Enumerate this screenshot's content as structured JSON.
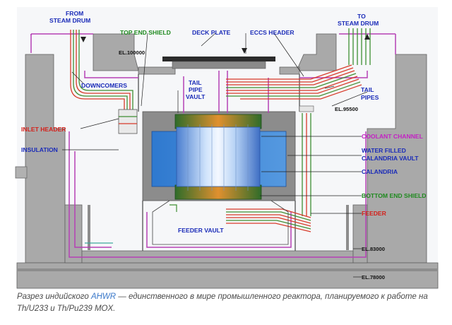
{
  "labels": {
    "from_steam_drum_1": "FROM",
    "from_steam_drum_2": "STEAM DRUM",
    "to_steam_drum_1": "TO",
    "to_steam_drum_2": "STEAM DRUM",
    "top_end_shield": "TOP END SHIELD",
    "deck_plate": "DECK PLATE",
    "eccs_header": "ECCS HEADER",
    "el_100000": "EL.100000",
    "downcomers": "DOWNCOMERS",
    "tail_pipe_vault_1": "TAIL",
    "tail_pipe_vault_2": "PIPE",
    "tail_pipe_vault_3": "VAULT",
    "tail_pipes_1": "TAIL",
    "tail_pipes_2": "PIPES",
    "el_95500": "EL.95500",
    "inlet_header": "INLET HEADER",
    "insulation": "INSULATION",
    "coolant_channel": "COOLANT CHANNEL",
    "water_filled_1": "WATER FILLED",
    "water_filled_2": "CALANDRIA VAULT",
    "calandria": "CALANDRIA",
    "bottom_end_shield": "BOTTOM END SHIELD",
    "feeder": "FEEDER",
    "feeder_vault": "FEEDER VAULT",
    "el_83000": "EL.83000",
    "el_78000": "EL.78000"
  },
  "caption": {
    "before": "Разрез индийского ",
    "link": "AHWR",
    "after": " — единственного в мире промышленного реактора, планируемого к работе на Th/U233 и Th/Pu239 MOX."
  },
  "colors": {
    "concrete": "#a7a7a7",
    "concrete_dark": "#7d7d7d",
    "calandria_vault": "#3d86d4",
    "calandria": "#9fc3ee",
    "end_shield": "#3f8f33",
    "pipe_red": "#d83a2a",
    "pipe_magenta": "#b540b5",
    "label_blue": "#1a2bb8",
    "label_green": "#1f8a1f",
    "label_red": "#d4201a",
    "label_magenta": "#c421c4"
  }
}
